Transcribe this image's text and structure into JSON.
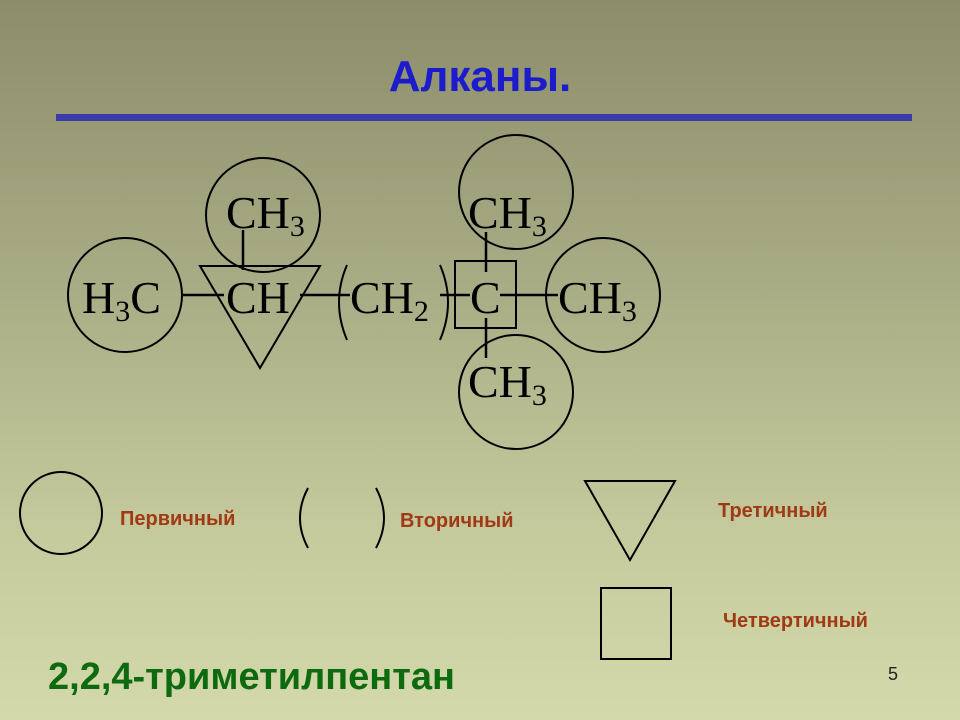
{
  "title": "Алканы.",
  "formula": {
    "top_left_group": {
      "main": "CH",
      "sub": "3"
    },
    "top_right_group": {
      "main": "CH",
      "sub": "3"
    },
    "left_group": {
      "main": "H",
      "sub": "3",
      "tail": "C"
    },
    "ch": "CH",
    "ch2": {
      "main": "CH",
      "sub": "2"
    },
    "c": "C",
    "right_group": {
      "main": "CH",
      "sub": "3"
    },
    "bottom_group": {
      "main": "CH",
      "sub": "3"
    }
  },
  "legend": {
    "primary": "Первичный",
    "secondary": "Вторичный",
    "tertiary": "Третичный",
    "quaternary": "Четвертичный"
  },
  "compound_name": "2,2,4-триметилпентан",
  "page_number": "5",
  "colors": {
    "title": "#1c1ccc",
    "rule": "#3a3aa8",
    "legend_text": "#a03a14",
    "compound_name": "#0e6a0e"
  }
}
